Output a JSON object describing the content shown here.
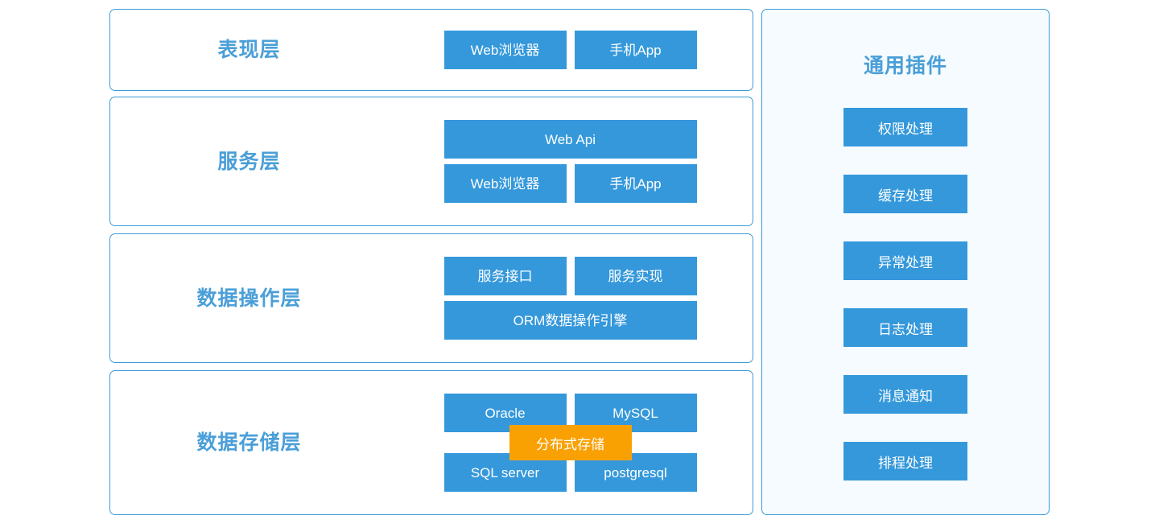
{
  "diagram": {
    "type": "layered-architecture",
    "accent_blue": "#3498db",
    "title_blue": "#4a9fd8",
    "border_blue": "#3b9bd8",
    "accent_orange": "#f9a003",
    "panel_background": "#f5fbfe",
    "page_background": "#ffffff"
  },
  "layers": [
    {
      "title": "表现层",
      "rows": [
        {
          "width": "half",
          "boxes": [
            "Web浏览器",
            "手机App"
          ]
        }
      ]
    },
    {
      "title": "服务层",
      "rows": [
        {
          "width": "full",
          "boxes": [
            "Web Api"
          ]
        },
        {
          "width": "half",
          "boxes": [
            "Web浏览器",
            "手机App"
          ]
        }
      ]
    },
    {
      "title": "数据操作层",
      "rows": [
        {
          "width": "half",
          "boxes": [
            "服务接口",
            "服务实现"
          ]
        },
        {
          "width": "full",
          "boxes": [
            "ORM数据操作引擎"
          ]
        }
      ]
    },
    {
      "title": "数据存储层",
      "rows": [
        {
          "width": "half",
          "boxes": [
            "Oracle",
            "MySQL"
          ]
        },
        {
          "width": "half",
          "boxes": [
            "SQL server",
            "postgresql"
          ]
        }
      ],
      "overlay": "分布式存储"
    }
  ],
  "plugins": {
    "title": "通用插件",
    "items": [
      "权限处理",
      "缓存处理",
      "异常处理",
      "日志处理",
      "消息通知",
      "排程处理"
    ]
  }
}
